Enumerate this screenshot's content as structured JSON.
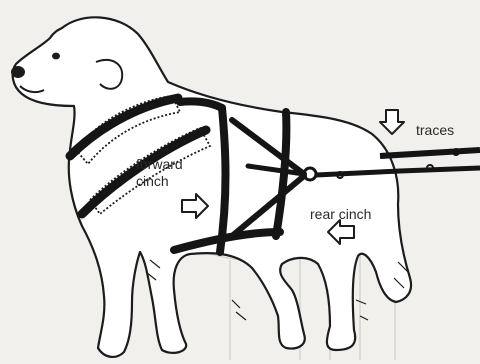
{
  "labels": {
    "forward_cinch": "forward\ncinch",
    "rear_cinch": "rear cinch",
    "traces": "traces"
  },
  "colors": {
    "paper": "#f1f0ec",
    "ink": "#1c1c1c",
    "strap": "#151515",
    "arrow_fill": "#ffffff"
  },
  "icons": {
    "pointer": "hollow-arrow-icon"
  }
}
